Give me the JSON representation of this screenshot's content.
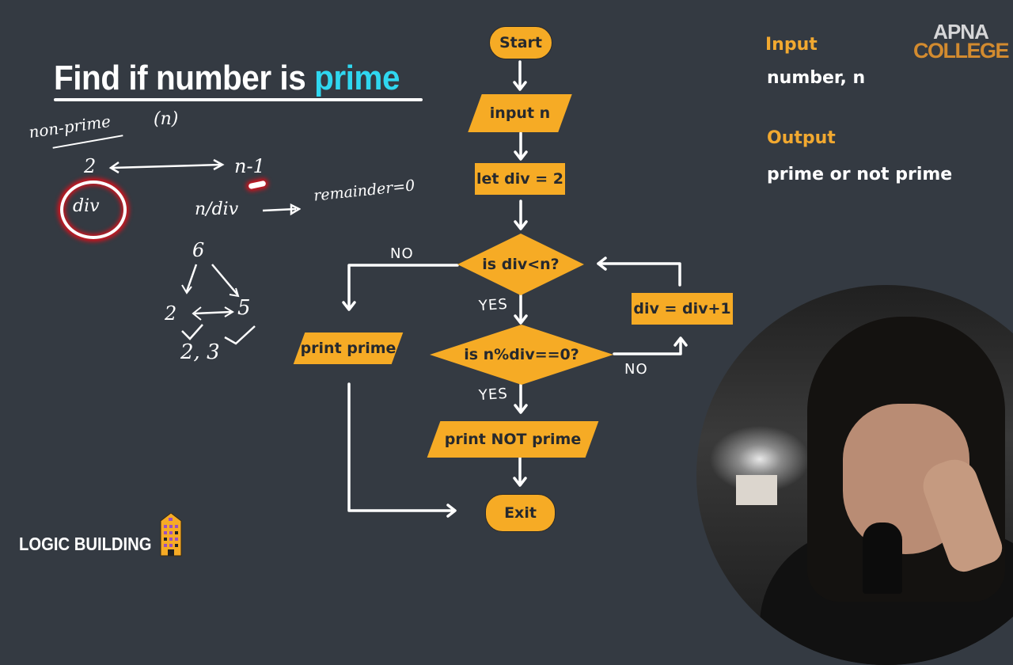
{
  "slide": {
    "title_main": "Find if number is ",
    "title_highlight": "prime",
    "title_highlight_color": "#2fd7f0",
    "background_color": "#343a42",
    "accent_color": "#f6ab25"
  },
  "handwritten_notes": {
    "non_prime_label": "non-prime",
    "n_label": "(n)",
    "range_start": "2",
    "range_end": "n-1",
    "div_label": "div",
    "division": "n/div",
    "result": "remainder=0",
    "example_number": "6",
    "example_left": "2",
    "example_right": "5",
    "example_factors": "2, 3"
  },
  "flowchart": {
    "start": "Start",
    "input": "input n",
    "init": "let div = 2",
    "condition1": "is div<n?",
    "condition2": "is n%div==0?",
    "increment": "div = div+1",
    "print_prime": "print prime",
    "print_not_prime": "print NOT prime",
    "exit": "Exit",
    "labels": {
      "no1": "NO",
      "yes1": "YES",
      "no2": "NO",
      "yes2": "YES"
    }
  },
  "side_panel": {
    "input_heading": "Input",
    "input_value": "number, n",
    "output_heading": "Output",
    "output_value": "prime or not prime"
  },
  "logo": {
    "line1": "APNA",
    "line2": "COLLEGE"
  },
  "footer": {
    "series_label": "LOGIC BUILDING",
    "icon": "building-icon"
  }
}
